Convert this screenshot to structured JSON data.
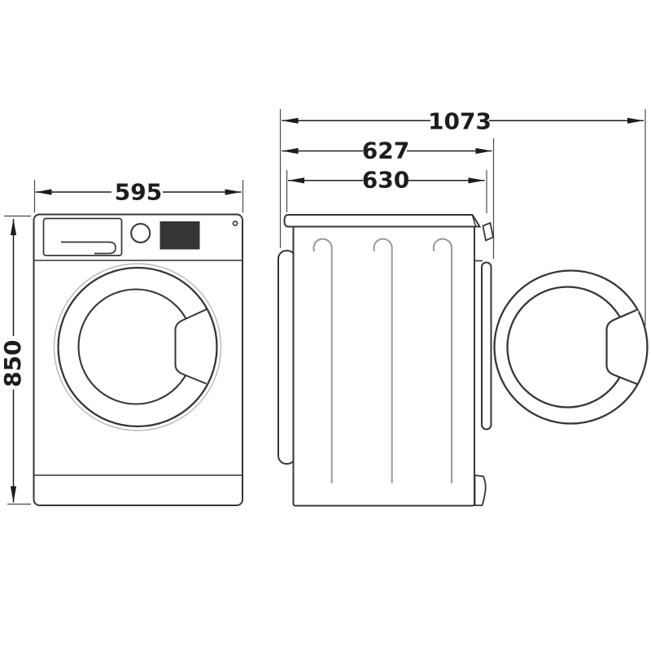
{
  "colors": {
    "background": "#ffffff",
    "line": "#363636",
    "dim": "#1d1d1d",
    "rib": "#9a9a9a",
    "halo": "#bababa"
  },
  "diagram": {
    "front_view": {
      "width_label": "595",
      "height_label": "850"
    },
    "side_view": {
      "depth_door_open_label": "1073",
      "depth_label": "627",
      "depth_top_label": "630"
    }
  }
}
